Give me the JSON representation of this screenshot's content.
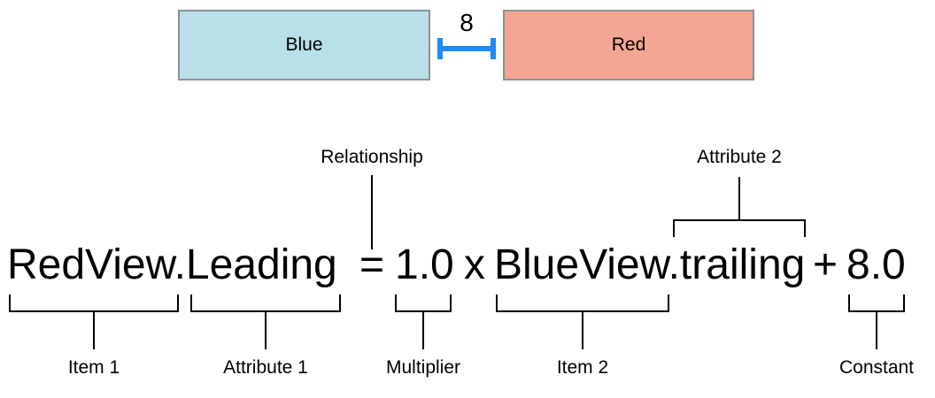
{
  "diagram_title": "auto-layout-constraint-equation",
  "boxes": {
    "blue": {
      "label": "Blue",
      "fill": "#b9dfe9",
      "border_color": "#8a9199"
    },
    "red": {
      "label": "Red",
      "fill": "#f4a593",
      "border_color": "#8a9199"
    }
  },
  "spacing_indicator": {
    "value": "8",
    "color": "#1b8cf8"
  },
  "equation": {
    "item1": "RedView.Leading",
    "relation": "=",
    "multiplier": "1.0",
    "times": "x",
    "item2": "BlueView.trailing",
    "plus": "+",
    "constant": "8.0"
  },
  "callouts": {
    "relationship": "Relationship",
    "attribute2": "Attribute 2",
    "item1": "Item 1",
    "attribute1": "Attribute 1",
    "multiplier": "Multiplier",
    "item2": "Item 2",
    "constant": "Constant"
  },
  "line_color": "#000000"
}
